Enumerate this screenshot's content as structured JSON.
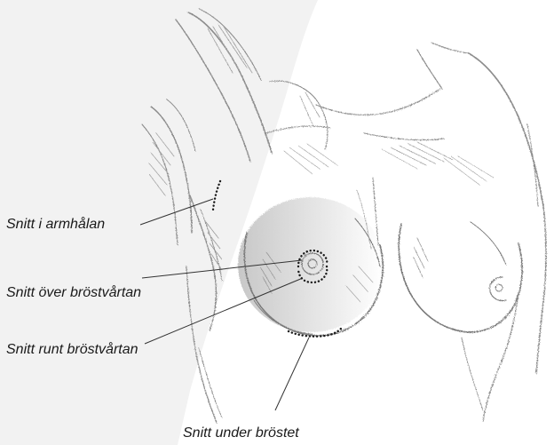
{
  "labels": {
    "armpit": "Snitt i armhålan",
    "above_nipple": "Snitt över bröstvårtan",
    "around_nipple": "Snitt runt bröstvårtan",
    "under_breast": "Snitt under bröstet"
  },
  "colors": {
    "background_panel": "#f2f2f2",
    "sketch": "#8c8c8c",
    "leader_line": "#333333",
    "incision_dots": "#1a1a1a"
  }
}
